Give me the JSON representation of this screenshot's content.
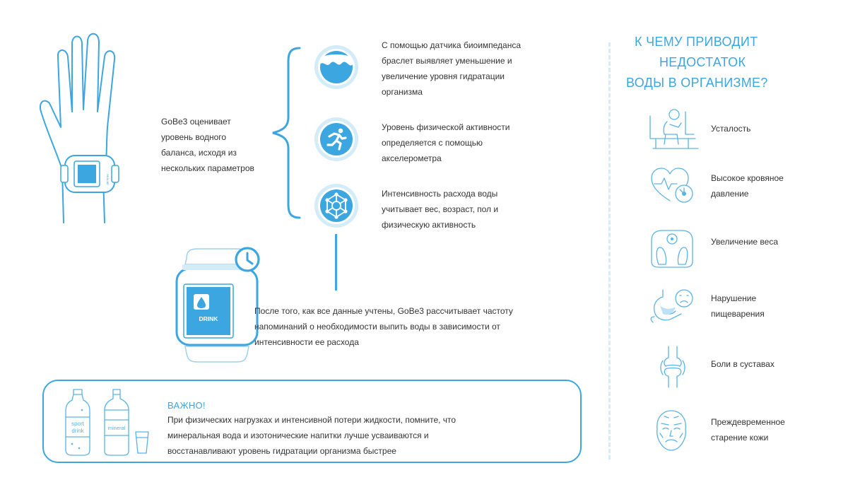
{
  "hand_text": "GoBe3 оценивает уровень водного баланса, исходя из нескольких параметров",
  "parameters": [
    {
      "text": "С помощью датчика биоимпеданса браслет выявляет уменьшение и увеличение уровня гидратации организма",
      "icon": "water-wave-icon"
    },
    {
      "text": "Уровень физической активности определяется с помощью акселерометра",
      "icon": "running-person-icon"
    },
    {
      "text": "Интенсивность расхода воды учитывает вес, возраст, пол и физическую активность",
      "icon": "molecule-icon"
    }
  ],
  "band": {
    "screen_label": "DRINK",
    "brand": "HEALBE",
    "side_brand": "HEALBE"
  },
  "reminder_text": "После того, как все данные учтены, GoBe3 рассчитывает частоту напоминаний о необходимости выпить воды в зависимости от интенсивности ее расхода",
  "important": {
    "title": "ВАЖНО!",
    "text": "При физических нагрузках и интенсивной потери жидкости, помните, что минеральная вода и изотонические напитки лучше усваиваются и восстанавливают уровень гидратации организма быстрее",
    "bottle1_label": "sport drink",
    "bottle1_line1": "sport",
    "bottle1_line2": "drink",
    "bottle2_label": "mineral"
  },
  "right": {
    "title_line1": "К ЧЕМУ ПРИВОДИТ",
    "title_line2": "НЕДОСТАТОК",
    "title_line3": "ВОДЫ В ОРГАНИЗМЕ?",
    "effects": [
      {
        "label": "Усталость",
        "icon": "tired-person-icon"
      },
      {
        "label": "Высокое кровяное давление",
        "icon": "heart-pressure-icon"
      },
      {
        "label": "Увеличение веса",
        "icon": "scale-feet-icon"
      },
      {
        "label": "Нарушение пищеварения",
        "icon": "stomach-icon"
      },
      {
        "label": "Боли в суставах",
        "icon": "knee-joint-icon"
      },
      {
        "label": "Преждевременное старение кожи",
        "icon": "aging-face-icon"
      }
    ]
  },
  "colors": {
    "accent": "#3ca6e0",
    "light": "#d4ecf8"
  }
}
